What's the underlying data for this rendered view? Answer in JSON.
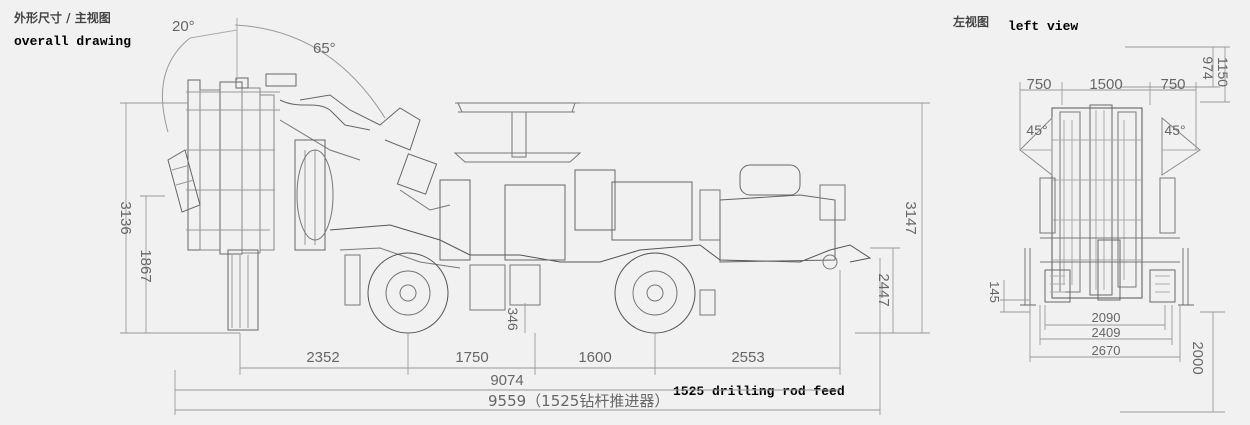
{
  "labels": {
    "front_title_cn": "外形尺寸 / 主视图",
    "front_title_en": "overall drawing",
    "side_title_cn": "左视图",
    "side_title_en": "left view",
    "feed_note_en": "1525 drilling rod feed"
  },
  "front_view": {
    "angles": [
      "20°",
      "65°"
    ],
    "heights": [
      "3136",
      "1867",
      "346",
      "3147",
      "2447"
    ],
    "lengths": [
      "2352",
      "1750",
      "1600",
      "2553"
    ],
    "total_length": "9074",
    "overall_length": "9559（1525钻杆推进器）"
  },
  "side_view": {
    "top_widths": [
      "750",
      "1500",
      "750"
    ],
    "angles": [
      "45°",
      "45°"
    ],
    "heights": [
      "974",
      "1150",
      "145",
      "2000"
    ],
    "bottom_widths": [
      "2090",
      "2409",
      "2670"
    ]
  }
}
